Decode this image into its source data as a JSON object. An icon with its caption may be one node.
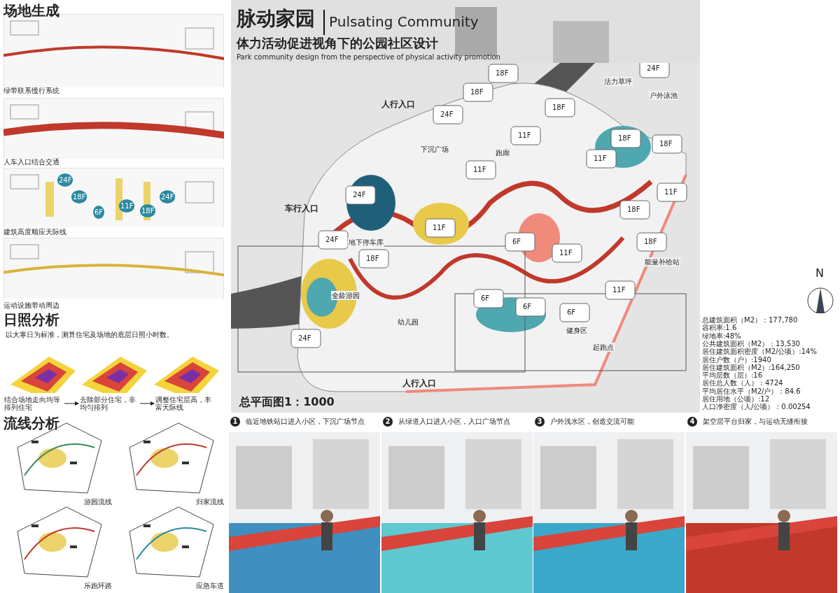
{
  "diagram": {
    "title": "脉动家园",
    "nodes": [
      {
        "text": [
          "结合场地走向均等排列住宅"
        ]
      },
      {
        "text": [
          "去除部分住宅，非均匀排列"
        ]
      },
      {
        "text": [
          "调整住宅层高，丰富天际线"
        ]
      }
    ],
    "edges": [
      {
        "from": 0,
        "to": 1,
        "arrow": "to"
      },
      {
        "from": 1,
        "to": 2,
        "arrow": "to"
      }
    ],
    "labels": [
      "场地生成",
      "绿带联系慢行系统",
      "人车入口结合交通",
      "24F",
      "18F",
      "6F",
      "11F",
      "18F",
      "24F",
      "建筑高度顺应天际线",
      "运动设施带动周边",
      "日照分析",
      "以大寒日为标准，测算住宅及场地的底层日照小时数。",
      "流线分析",
      "游园流线",
      "归家流线",
      "乐跑环路",
      "应急车道",
      "Pulsating Community",
      "体力活动促进视角下的公园社区设计",
      "Park community design from the perspective of physical activity promotion",
      "活力草坪",
      "户外泳池",
      "人行入口",
      "下沉广场",
      "跑廊",
      "车行入口",
      "地下停车库",
      "能量补给站",
      "全龄游园",
      "幼儿园",
      "健身区",
      "起跑点",
      "人行入口",
      "总平面图1：1000",
      "18F",
      "18F",
      "24F",
      "18F",
      "24F",
      "11F",
      "18F",
      "18F",
      "11F",
      "11F",
      "24F",
      "11F",
      "18F",
      "11F",
      "24F",
      "6F",
      "11F",
      "18F",
      "18F",
      "11F",
      "6F",
      "6F",
      "6F",
      "24F",
      "N",
      "总建筑面积（M2）：177,780",
      "容积率:1.6",
      "绿地率:48%",
      "公共建筑面积（M2）：13,530",
      "居住建筑面积密度（M2/公顷）:14%",
      "居住户数（户）:1940",
      "居住建筑面积（M2）:164,250",
      "平均层数（层）:16",
      "居住总人数（人）：4724",
      "平均居住水平（M2/户）：84.6",
      "居住用地（公顷）:12",
      "人口净密度（人/公顷）：0.00254",
      "1",
      "临近地铁站口进入小区，下沉广场节点",
      "2",
      "从绿道入口进入小区，入口广场节点",
      "3",
      "户外浅水区，创造交流可能",
      "4",
      "架空层平台归家，与运动无缝衔接"
    ]
  }
}
